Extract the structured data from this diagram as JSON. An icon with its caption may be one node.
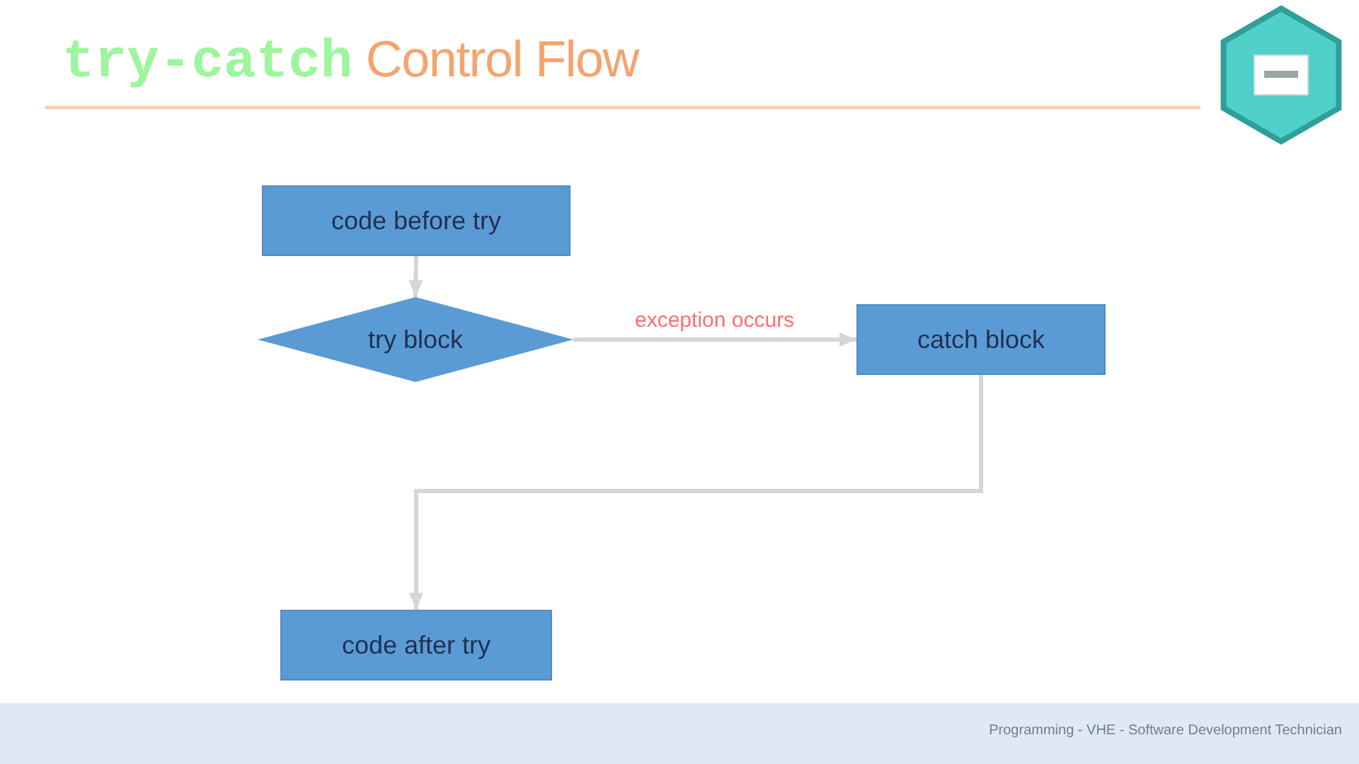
{
  "diagram": {
    "title": "try-catch Control Flow",
    "nodes": [
      {
        "text": [
          "code before try"
        ]
      },
      {
        "text": [
          "try block"
        ]
      },
      {
        "text": [
          "catch block"
        ]
      },
      {
        "text": [
          "code after try"
        ]
      }
    ],
    "edges": [
      {
        "from": 0,
        "to": 1,
        "arrow": "to"
      },
      {
        "from": 1,
        "to": 2,
        "arrow": "to",
        "label": "exception occurs"
      },
      {
        "from": 2,
        "to": 3,
        "arrow": "to"
      }
    ],
    "labels": [
      "Programming - VHE - Software Development Technician"
    ]
  }
}
